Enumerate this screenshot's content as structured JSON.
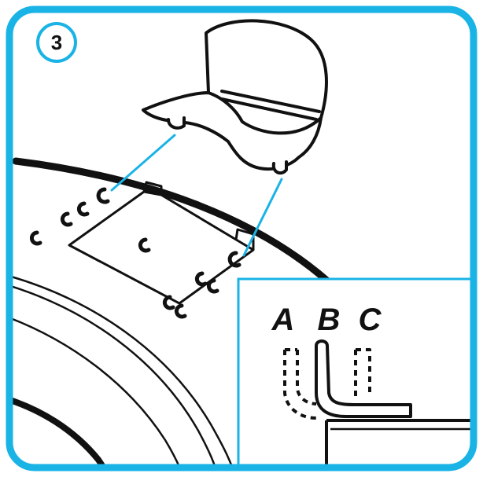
{
  "colors": {
    "accent": "#1ab3e6",
    "ink": "#111111",
    "background": "#ffffff"
  },
  "step": {
    "number": "3"
  },
  "inset": {
    "options": [
      {
        "letter": "A"
      },
      {
        "letter": "B"
      },
      {
        "letter": "C"
      }
    ]
  },
  "icons": {
    "badge": "step-badge-icon",
    "part": "cap-shaped-clip-icon",
    "base": "round-base-icon"
  }
}
